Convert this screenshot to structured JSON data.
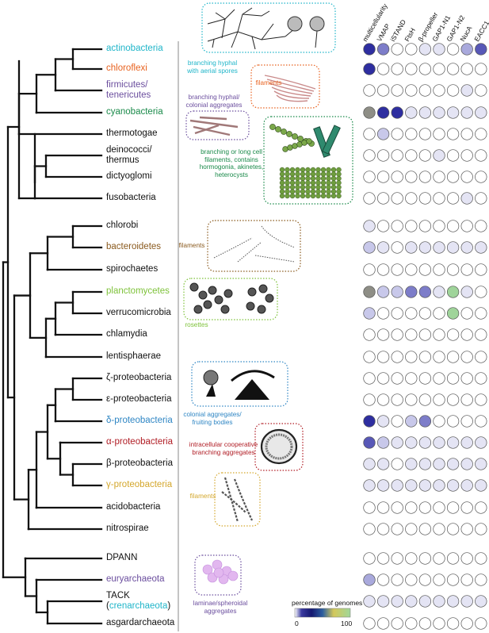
{
  "taxa": [
    {
      "lines": [
        "actinobacteria"
      ],
      "color": "#1fb5c9"
    },
    {
      "lines": [
        "chloroflexi"
      ],
      "color": "#e8621f"
    },
    {
      "lines": [
        "firmicutes/",
        "tenericutes"
      ],
      "color": "#6b4e9e"
    },
    {
      "lines": [
        "cyanobacteria"
      ],
      "color": "#1a8a4a"
    },
    {
      "lines": [
        "thermotogae"
      ],
      "color": "#111111"
    },
    {
      "lines": [
        "deinococci/",
        "thermus"
      ],
      "color": "#111111"
    },
    {
      "lines": [
        "dictyoglomi"
      ],
      "color": "#111111"
    },
    {
      "lines": [
        "fusobacteria"
      ],
      "color": "#111111"
    },
    {
      "lines": [
        "chlorobi"
      ],
      "color": "#111111"
    },
    {
      "lines": [
        "bacteroidetes"
      ],
      "color": "#8a5a1e"
    },
    {
      "lines": [
        "spirochaetes"
      ],
      "color": "#111111"
    },
    {
      "lines": [
        "planctomycetes"
      ],
      "color": "#7ec23a"
    },
    {
      "lines": [
        "verrucomicrobia"
      ],
      "color": "#111111"
    },
    {
      "lines": [
        "chlamydia"
      ],
      "color": "#111111"
    },
    {
      "lines": [
        "lentisphaerae"
      ],
      "color": "#111111"
    },
    {
      "lines": [
        "ζ-proteobacteria"
      ],
      "color": "#111111"
    },
    {
      "lines": [
        "ε-proteobacteria"
      ],
      "color": "#111111"
    },
    {
      "lines": [
        "δ-proteobacteria"
      ],
      "color": "#2f86c4"
    },
    {
      "lines": [
        "α-proteobacteria"
      ],
      "color": "#b01c24"
    },
    {
      "lines": [
        "β-proteobacteria"
      ],
      "color": "#111111"
    },
    {
      "lines": [
        "γ-proteobacteria"
      ],
      "color": "#d4a72c"
    },
    {
      "lines": [
        "acidobacteria"
      ],
      "color": "#111111"
    },
    {
      "lines": [
        "nitrospirae"
      ],
      "color": "#111111"
    },
    {
      "lines": [
        "DPANN"
      ],
      "color": "#111111"
    },
    {
      "lines": [
        "euryarchaeota"
      ],
      "color": "#6b4e9e"
    },
    {
      "lines": [
        "TACK",
        "(crenarchaeota)"
      ],
      "color": "#111111",
      "highlight": "crenarchaeota",
      "highlight_color": "#1fb5c9"
    },
    {
      "lines": [
        "asgardarchaeota"
      ],
      "color": "#111111"
    }
  ],
  "columns": [
    "multicellularity",
    "VMAP",
    "iSTAND",
    "FtsH",
    "β-propeller",
    "GAP1-N1",
    "GAP1-N2",
    "NucA",
    "EACC1"
  ],
  "annotations": [
    {
      "name": "annotation-actinobacteria",
      "lines": [
        "branching hyphal",
        "with aerial spores"
      ],
      "color": "#1fb5c9"
    },
    {
      "name": "annotation-chloroflexi",
      "lines": [
        "filaments"
      ],
      "color": "#e8621f"
    },
    {
      "name": "annotation-firmicutes",
      "lines": [
        "branching hyphal/",
        "colonial aggregates"
      ],
      "color": "#6b4e9e"
    },
    {
      "name": "annotation-cyanobacteria",
      "lines": [
        "branching or long cell",
        "filaments, contains",
        "hormogonia, akinetes,",
        "heterocysts"
      ],
      "color": "#1a8a4a"
    },
    {
      "name": "annotation-bacteroidetes",
      "lines": [
        "filaments"
      ],
      "color": "#8a5a1e"
    },
    {
      "name": "annotation-planctomycetes",
      "lines": [
        "rosettes"
      ],
      "color": "#7ec23a"
    },
    {
      "name": "annotation-delta",
      "lines": [
        "colonial aggregates/",
        "fruiting bodies"
      ],
      "color": "#2f86c4"
    },
    {
      "name": "annotation-alpha",
      "lines": [
        "intracellular cooperative",
        "branching aggregates"
      ],
      "color": "#b01c24"
    },
    {
      "name": "annotation-gamma",
      "lines": [
        "filaments"
      ],
      "color": "#d4a72c"
    },
    {
      "name": "annotation-euryarchaeota",
      "lines": [
        "laminae/spheroidal",
        "aggregates"
      ],
      "color": "#6b4e9e"
    }
  ],
  "legend": {
    "title": "percentage of genomes",
    "min": "0",
    "max": "100"
  },
  "matrix": [
    [
      85,
      50,
      0,
      0,
      10,
      10,
      0,
      30,
      75
    ],
    [
      90,
      0,
      0,
      0,
      0,
      0,
      0,
      0,
      0
    ],
    [
      0,
      0,
      0,
      0,
      0,
      0,
      0,
      10,
      0
    ],
    [
      -1,
      90,
      90,
      10,
      10,
      10,
      10,
      10,
      10
    ],
    [
      0,
      20,
      0,
      0,
      0,
      0,
      0,
      0,
      0
    ],
    [
      0,
      0,
      0,
      0,
      0,
      10,
      0,
      0,
      0
    ],
    [
      0,
      0,
      0,
      0,
      0,
      0,
      0,
      0,
      0
    ],
    [
      0,
      0,
      0,
      0,
      0,
      0,
      0,
      10,
      0
    ],
    [
      10,
      0,
      0,
      0,
      0,
      0,
      0,
      0,
      0
    ],
    [
      15,
      10,
      0,
      10,
      10,
      10,
      10,
      10,
      10
    ],
    [
      0,
      0,
      0,
      0,
      0,
      0,
      0,
      0,
      0
    ],
    [
      -1,
      15,
      15,
      50,
      55,
      10,
      101,
      10,
      0
    ],
    [
      15,
      0,
      0,
      0,
      0,
      0,
      101,
      0,
      0
    ],
    [
      0,
      0,
      0,
      0,
      0,
      0,
      0,
      0,
      0
    ],
    [
      0,
      0,
      0,
      0,
      0,
      0,
      0,
      0,
      0
    ],
    [
      0,
      0,
      0,
      0,
      0,
      0,
      0,
      0,
      0
    ],
    [
      0,
      0,
      0,
      0,
      0,
      0,
      0,
      0,
      0
    ],
    [
      90,
      10,
      0,
      20,
      55,
      0,
      0,
      0,
      0
    ],
    [
      65,
      15,
      10,
      10,
      10,
      10,
      10,
      10,
      10
    ],
    [
      10,
      10,
      0,
      10,
      10,
      10,
      10,
      10,
      10
    ],
    [
      10,
      10,
      10,
      10,
      10,
      10,
      10,
      10,
      10
    ],
    [
      0,
      0,
      0,
      0,
      0,
      0,
      0,
      0,
      0
    ],
    [
      0,
      0,
      0,
      0,
      0,
      0,
      0,
      0,
      0
    ],
    [
      0,
      0,
      0,
      0,
      0,
      0,
      0,
      0,
      0
    ],
    [
      35,
      0,
      0,
      0,
      0,
      0,
      0,
      0,
      0
    ],
    [
      10,
      10,
      10,
      10,
      10,
      10,
      10,
      10,
      10
    ],
    [
      0,
      0,
      0,
      0,
      0,
      0,
      0,
      0,
      0
    ]
  ]
}
